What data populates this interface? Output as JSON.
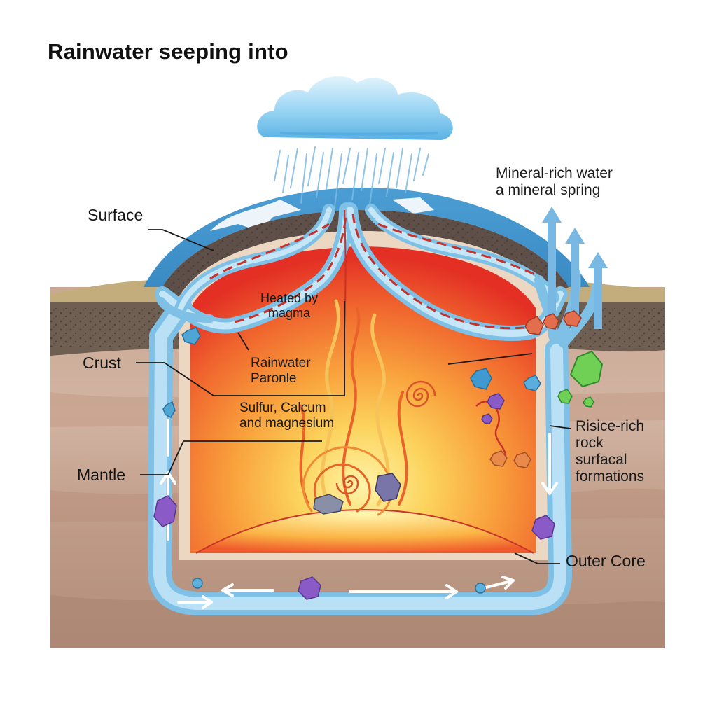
{
  "title": "Rainwater seeping into",
  "labels": {
    "surface": "Surface",
    "crust": "Crust",
    "mantle": "Mantle",
    "outer_core": "Outer Core",
    "heated": [
      "Heated by",
      "magma"
    ],
    "rainwater": [
      "Rainwater",
      "Paronle"
    ],
    "sulfur": [
      "Sulfur, Calcum",
      "and magnesium"
    ],
    "mineral_water": [
      "Mineral-rich water",
      "a mineral spring"
    ],
    "rock": [
      "Risice-rich",
      "rock",
      "surfacal",
      "formations"
    ]
  },
  "colors": {
    "water": "#5aa7d8",
    "water_light": "#a9d6f0",
    "magma_outer": "#e8392a",
    "magma_inner": "#f7a33a",
    "core_glow": "#ffe27a",
    "soil_top": "#b9a57a",
    "soil_dark": "#6b5a4a",
    "earth_layer": "#c8a591",
    "cloud": "#8fcdf0"
  },
  "icons": [
    "cloud-icon",
    "rain-icon",
    "crystal-icon",
    "spiral-icon",
    "arrow-up-icon"
  ]
}
